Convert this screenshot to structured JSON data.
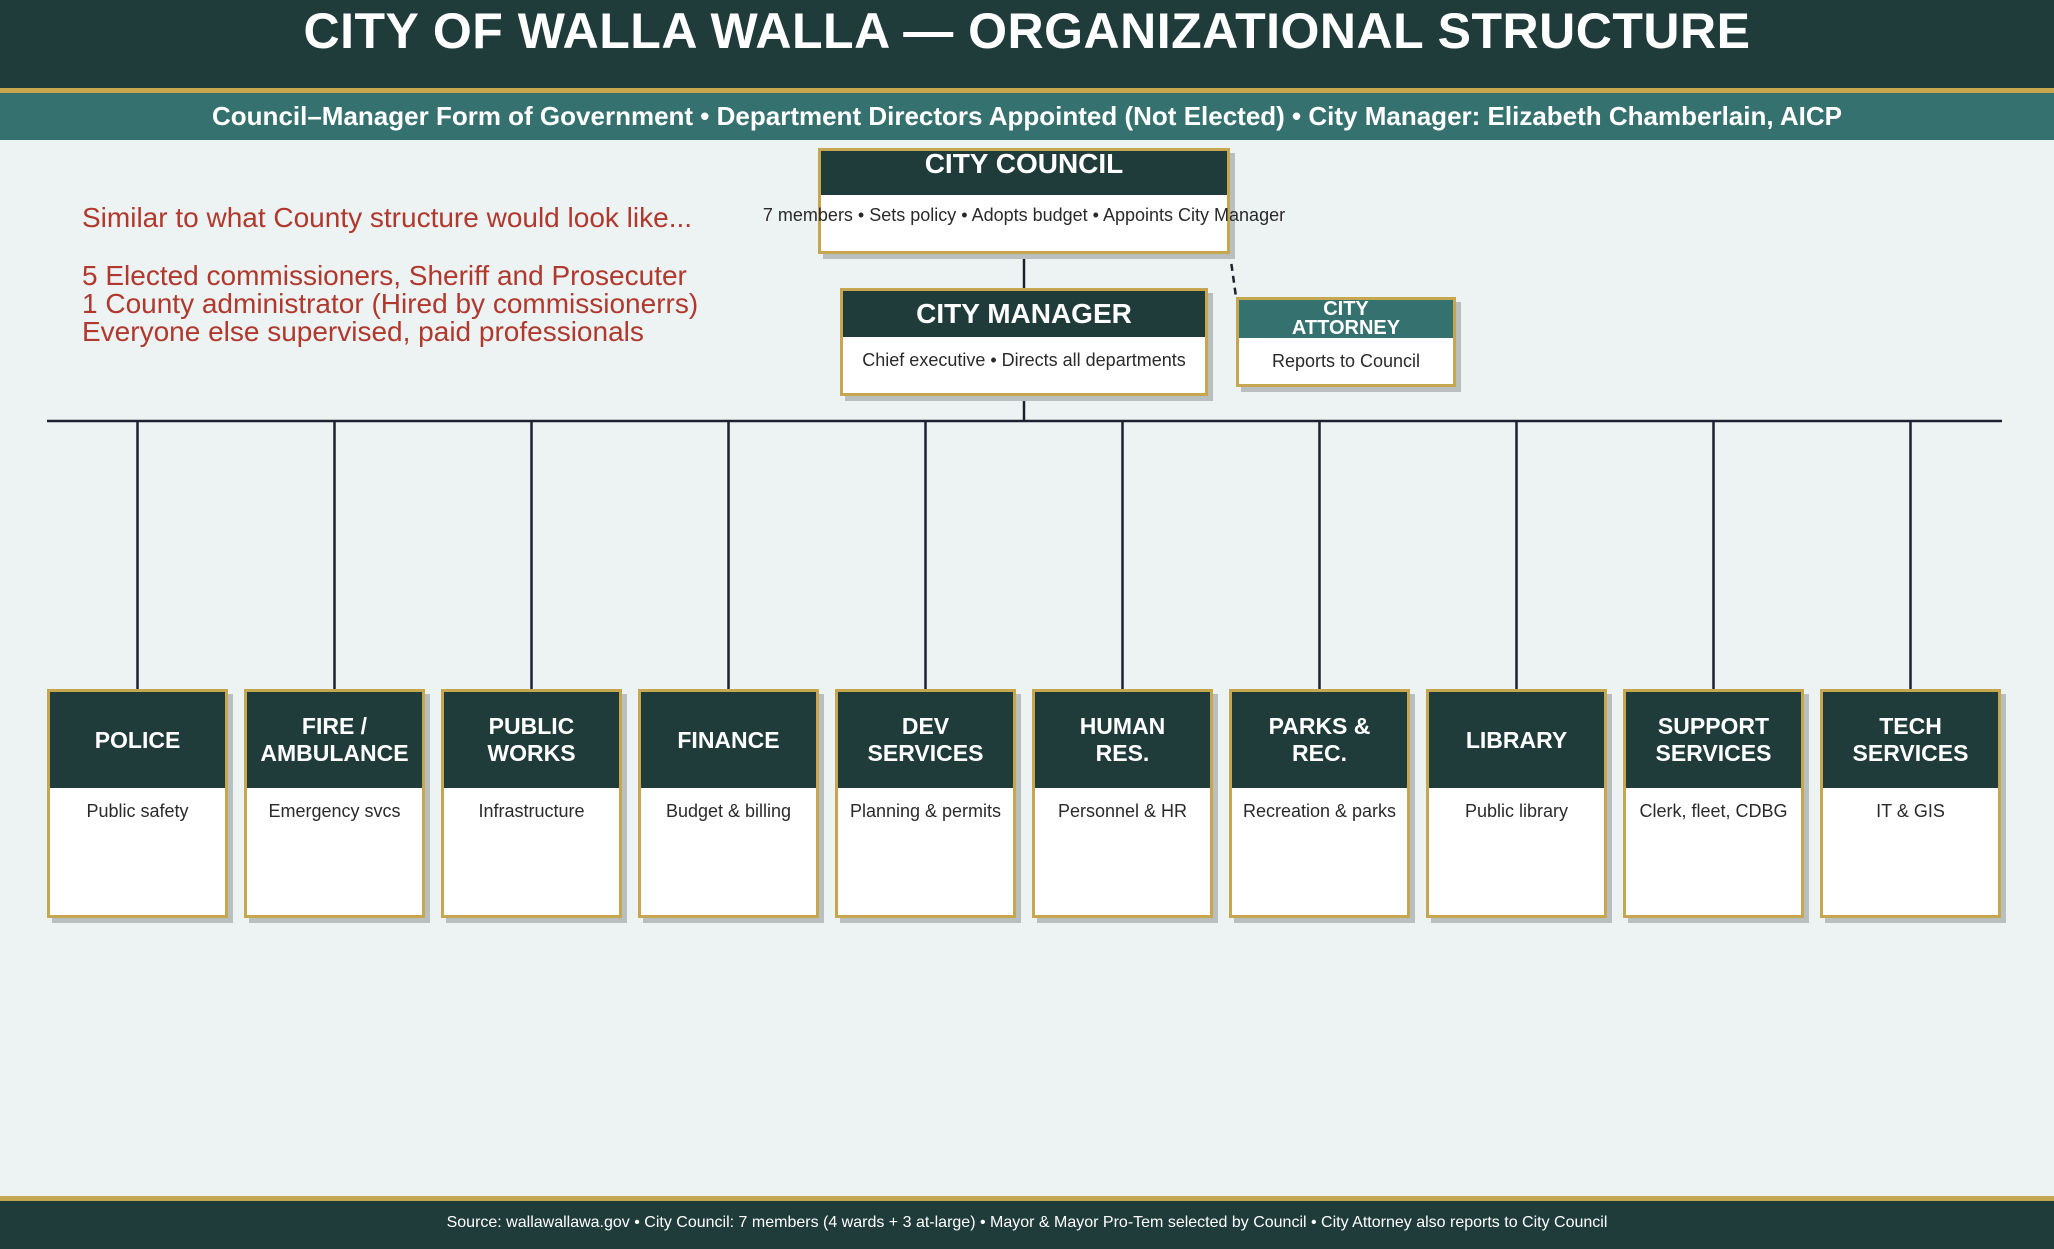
{
  "header": {
    "title": "CITY OF WALLA WALLA — ORGANIZATIONAL STRUCTURE"
  },
  "subheader": {
    "text": "Council–Manager Form of Government  •  Department Directors Appointed (Not Elected)  •  City Manager: Elizabeth Chamberlain, AICP"
  },
  "notes": {
    "line1": "Similar to what County structure would look like...",
    "line2": "5 Elected commissioners, Sheriff and Prosecuter",
    "line3": "1 County administrator (Hired by commissionerrs)",
    "line4": "Everyone else supervised, paid professionals"
  },
  "council": {
    "title": "CITY COUNCIL",
    "desc": "7 members  •  Sets policy  •  Adopts budget  •  Appoints City Manager"
  },
  "manager": {
    "title": "CITY MANAGER",
    "desc": "Chief executive  •  Directs all departments"
  },
  "attorney": {
    "title": "CITY\nATTORNEY",
    "desc": "Reports to Council"
  },
  "departments": [
    {
      "title": "POLICE",
      "desc": "Public safety"
    },
    {
      "title": "FIRE /\nAMBULANCE",
      "desc": "Emergency svcs"
    },
    {
      "title": "PUBLIC\nWORKS",
      "desc": "Infrastructure"
    },
    {
      "title": "FINANCE",
      "desc": "Budget & billing"
    },
    {
      "title": "DEV\nSERVICES",
      "desc": "Planning & permits"
    },
    {
      "title": "HUMAN\nRES.",
      "desc": "Personnel & HR"
    },
    {
      "title": "PARKS &\nREC.",
      "desc": "Recreation & parks"
    },
    {
      "title": "LIBRARY",
      "desc": "Public library"
    },
    {
      "title": "SUPPORT\nSERVICES",
      "desc": "Clerk, fleet, CDBG"
    },
    {
      "title": "TECH\nSERVICES",
      "desc": "IT & GIS"
    }
  ],
  "footer": {
    "text": "Source: wallawallawa.gov  •  City Council: 7 members (4 wards + 3 at-large)  •  Mayor & Mayor Pro-Tem selected by Council  •  City Attorney also reports to City Council"
  },
  "colors": {
    "dark": "#1f3c3b",
    "teal": "#34716f",
    "gold": "#c6a64f",
    "note": "#b0382d",
    "background": "#edf2f2"
  }
}
